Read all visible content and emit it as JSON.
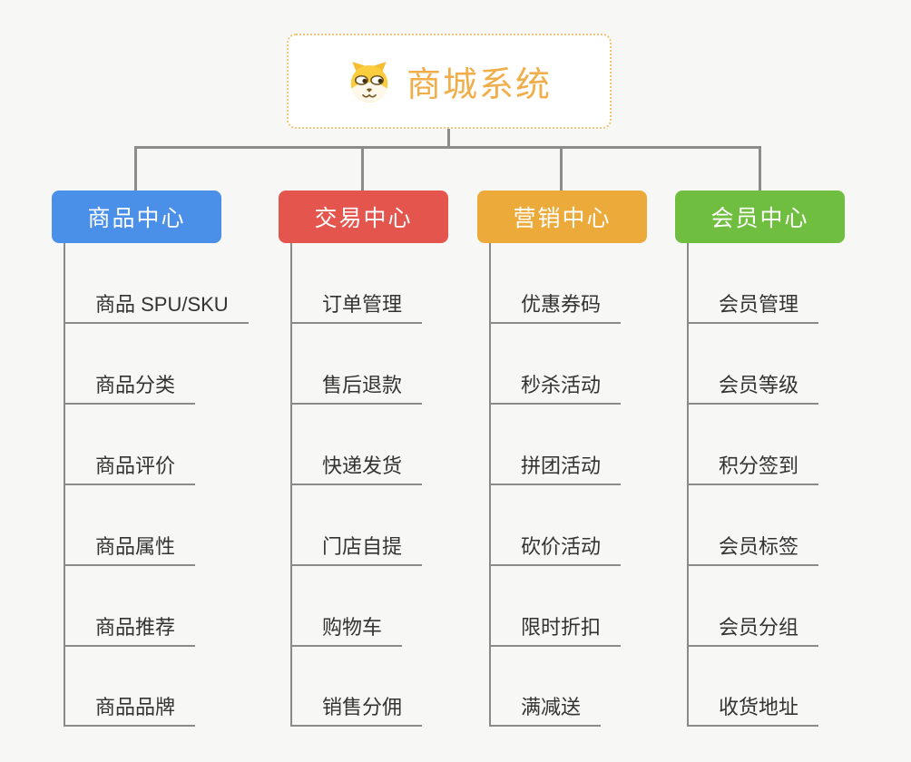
{
  "root": {
    "title": "商城系统",
    "icon": "dog-face-icon",
    "title_color": "#f0ae4b",
    "border_color": "#f2c376"
  },
  "colors": {
    "background": "#f7f7f6",
    "connector": "#8c8c8c",
    "leaf_text": "#333333"
  },
  "branches": [
    {
      "label": "商品中心",
      "color": "#4a8fe8",
      "children": [
        "商品 SPU/SKU",
        "商品分类",
        "商品评价",
        "商品属性",
        "商品推荐",
        "商品品牌"
      ]
    },
    {
      "label": "交易中心",
      "color": "#e4554e",
      "children": [
        "订单管理",
        "售后退款",
        "快递发货",
        "门店自提",
        "购物车",
        "销售分佣"
      ]
    },
    {
      "label": "营销中心",
      "color": "#ecaa3b",
      "children": [
        "优惠券码",
        "秒杀活动",
        "拼团活动",
        "砍价活动",
        "限时折扣",
        "满减送"
      ]
    },
    {
      "label": "会员中心",
      "color": "#70be40",
      "children": [
        "会员管理",
        "会员等级",
        "积分签到",
        "会员标签",
        "会员分组",
        "收货地址"
      ]
    }
  ]
}
